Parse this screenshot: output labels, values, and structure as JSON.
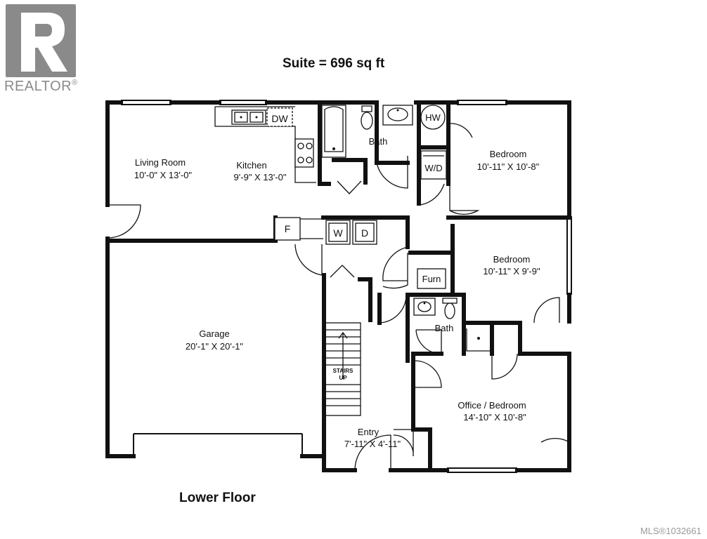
{
  "logo": {
    "text": "REALTOR",
    "mark": "®",
    "icon": "realtor-r-icon"
  },
  "header": {
    "title": "Suite = 696 sq ft"
  },
  "footer": {
    "floor_name": "Lower Floor",
    "mls": "MLS®1032661"
  },
  "rooms": {
    "living_room": {
      "name": "Living Room",
      "size": "10'-0\" X 13'-0\""
    },
    "kitchen": {
      "name": "Kitchen",
      "size": "9'-9\" X 13'-0\""
    },
    "bath_upper": {
      "name": "Bath"
    },
    "bedroom_1": {
      "name": "Bedroom",
      "size": "10'-11\" X 10'-8\""
    },
    "bedroom_2": {
      "name": "Bedroom",
      "size": "10'-11\" X 9'-9\""
    },
    "garage": {
      "name": "Garage",
      "size": "20'-1\" X 20'-1\""
    },
    "bath_lower": {
      "name": "Bath"
    },
    "office": {
      "name": "Office / Bedroom",
      "size": "14'-10\" X 10'-8\""
    },
    "entry": {
      "name": "Entry",
      "size": "7'-11\" X 4'-11\""
    }
  },
  "fixtures": {
    "dishwasher": "DW",
    "hot_water": "HW",
    "washer_dryer": "W/D",
    "fridge": "F",
    "washer": "W",
    "dryer": "D",
    "furnace": "Furn",
    "stairs_line1": "STAIRS",
    "stairs_line2": "UP"
  }
}
